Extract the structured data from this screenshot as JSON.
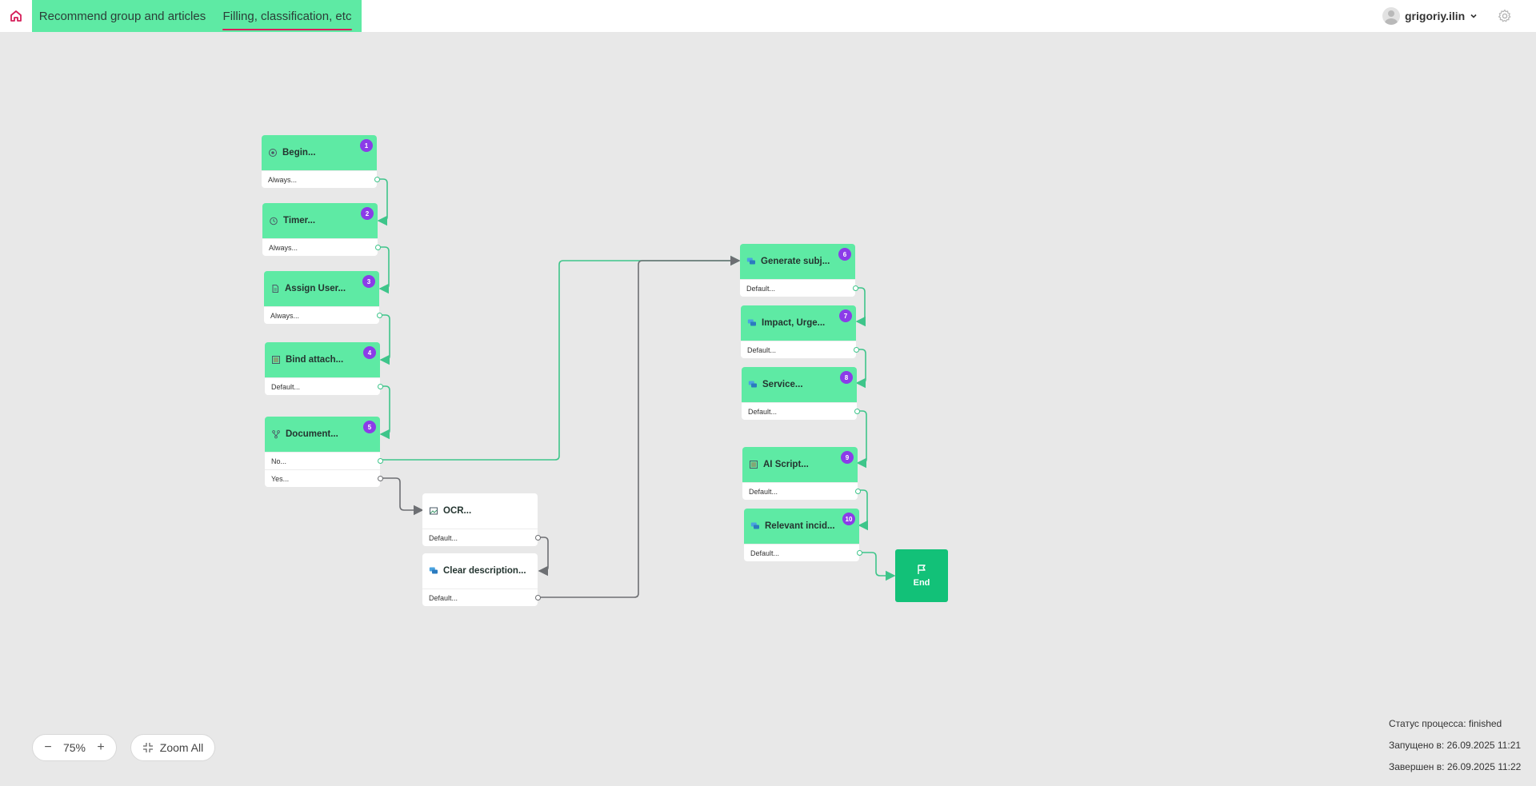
{
  "header": {
    "home_icon": "home-icon",
    "tabs": [
      {
        "label": "Recommend group and articles",
        "active": false
      },
      {
        "label": "Filling, classification, etc",
        "active": true
      }
    ],
    "user_name": "grigoriy.ilin",
    "settings_icon": "gear-icon"
  },
  "flow": {
    "nodes": [
      {
        "num": "1",
        "title": "Begin...",
        "icon": "play-circle-icon",
        "outputs": [
          "Always..."
        ]
      },
      {
        "num": "2",
        "title": "Timer...",
        "icon": "timer-icon",
        "outputs": [
          "Always..."
        ]
      },
      {
        "num": "3",
        "title": "Assign User...",
        "icon": "document-icon",
        "outputs": [
          "Always..."
        ]
      },
      {
        "num": "4",
        "title": "Bind attach...",
        "icon": "list-icon",
        "outputs": [
          "Default..."
        ]
      },
      {
        "num": "5",
        "title": "Document...",
        "icon": "branch-icon",
        "outputs": [
          "No...",
          "Yes..."
        ]
      },
      {
        "num": "6",
        "title": "Generate subj...",
        "icon": "chat-icon",
        "outputs": [
          "Default..."
        ]
      },
      {
        "num": "7",
        "title": "Impact, Urge...",
        "icon": "chat-icon",
        "outputs": [
          "Default..."
        ]
      },
      {
        "num": "8",
        "title": "Service...",
        "icon": "chat-icon",
        "outputs": [
          "Default..."
        ]
      },
      {
        "num": "9",
        "title": "AI Script...",
        "icon": "list-icon",
        "outputs": [
          "Default..."
        ]
      },
      {
        "num": "10",
        "title": "Relevant incid...",
        "icon": "chat-icon",
        "outputs": [
          "Default..."
        ]
      },
      {
        "num": "",
        "title": "OCR...",
        "icon": "image-scan-icon",
        "outputs": [
          "Default..."
        ]
      },
      {
        "num": "",
        "title": "Clear description...",
        "icon": "chat-icon",
        "outputs": [
          "Default..."
        ]
      }
    ],
    "end_label": "End",
    "colors": {
      "node": "#5eeaa4",
      "badge": "#8b3ce8",
      "active_edge": "#3ec58a",
      "inactive_edge": "#6d6f73",
      "end": "#12c178",
      "tab_underline": "#d61f5a"
    }
  },
  "zoom": {
    "minus": "−",
    "value": "75%",
    "plus": "+",
    "zoom_all": "Zoom All"
  },
  "status": {
    "process_status": "Статус процесса: finished",
    "started": "Запущено в: 26.09.2025 11:21",
    "finished": "Завершен в: 26.09.2025 11:22"
  }
}
